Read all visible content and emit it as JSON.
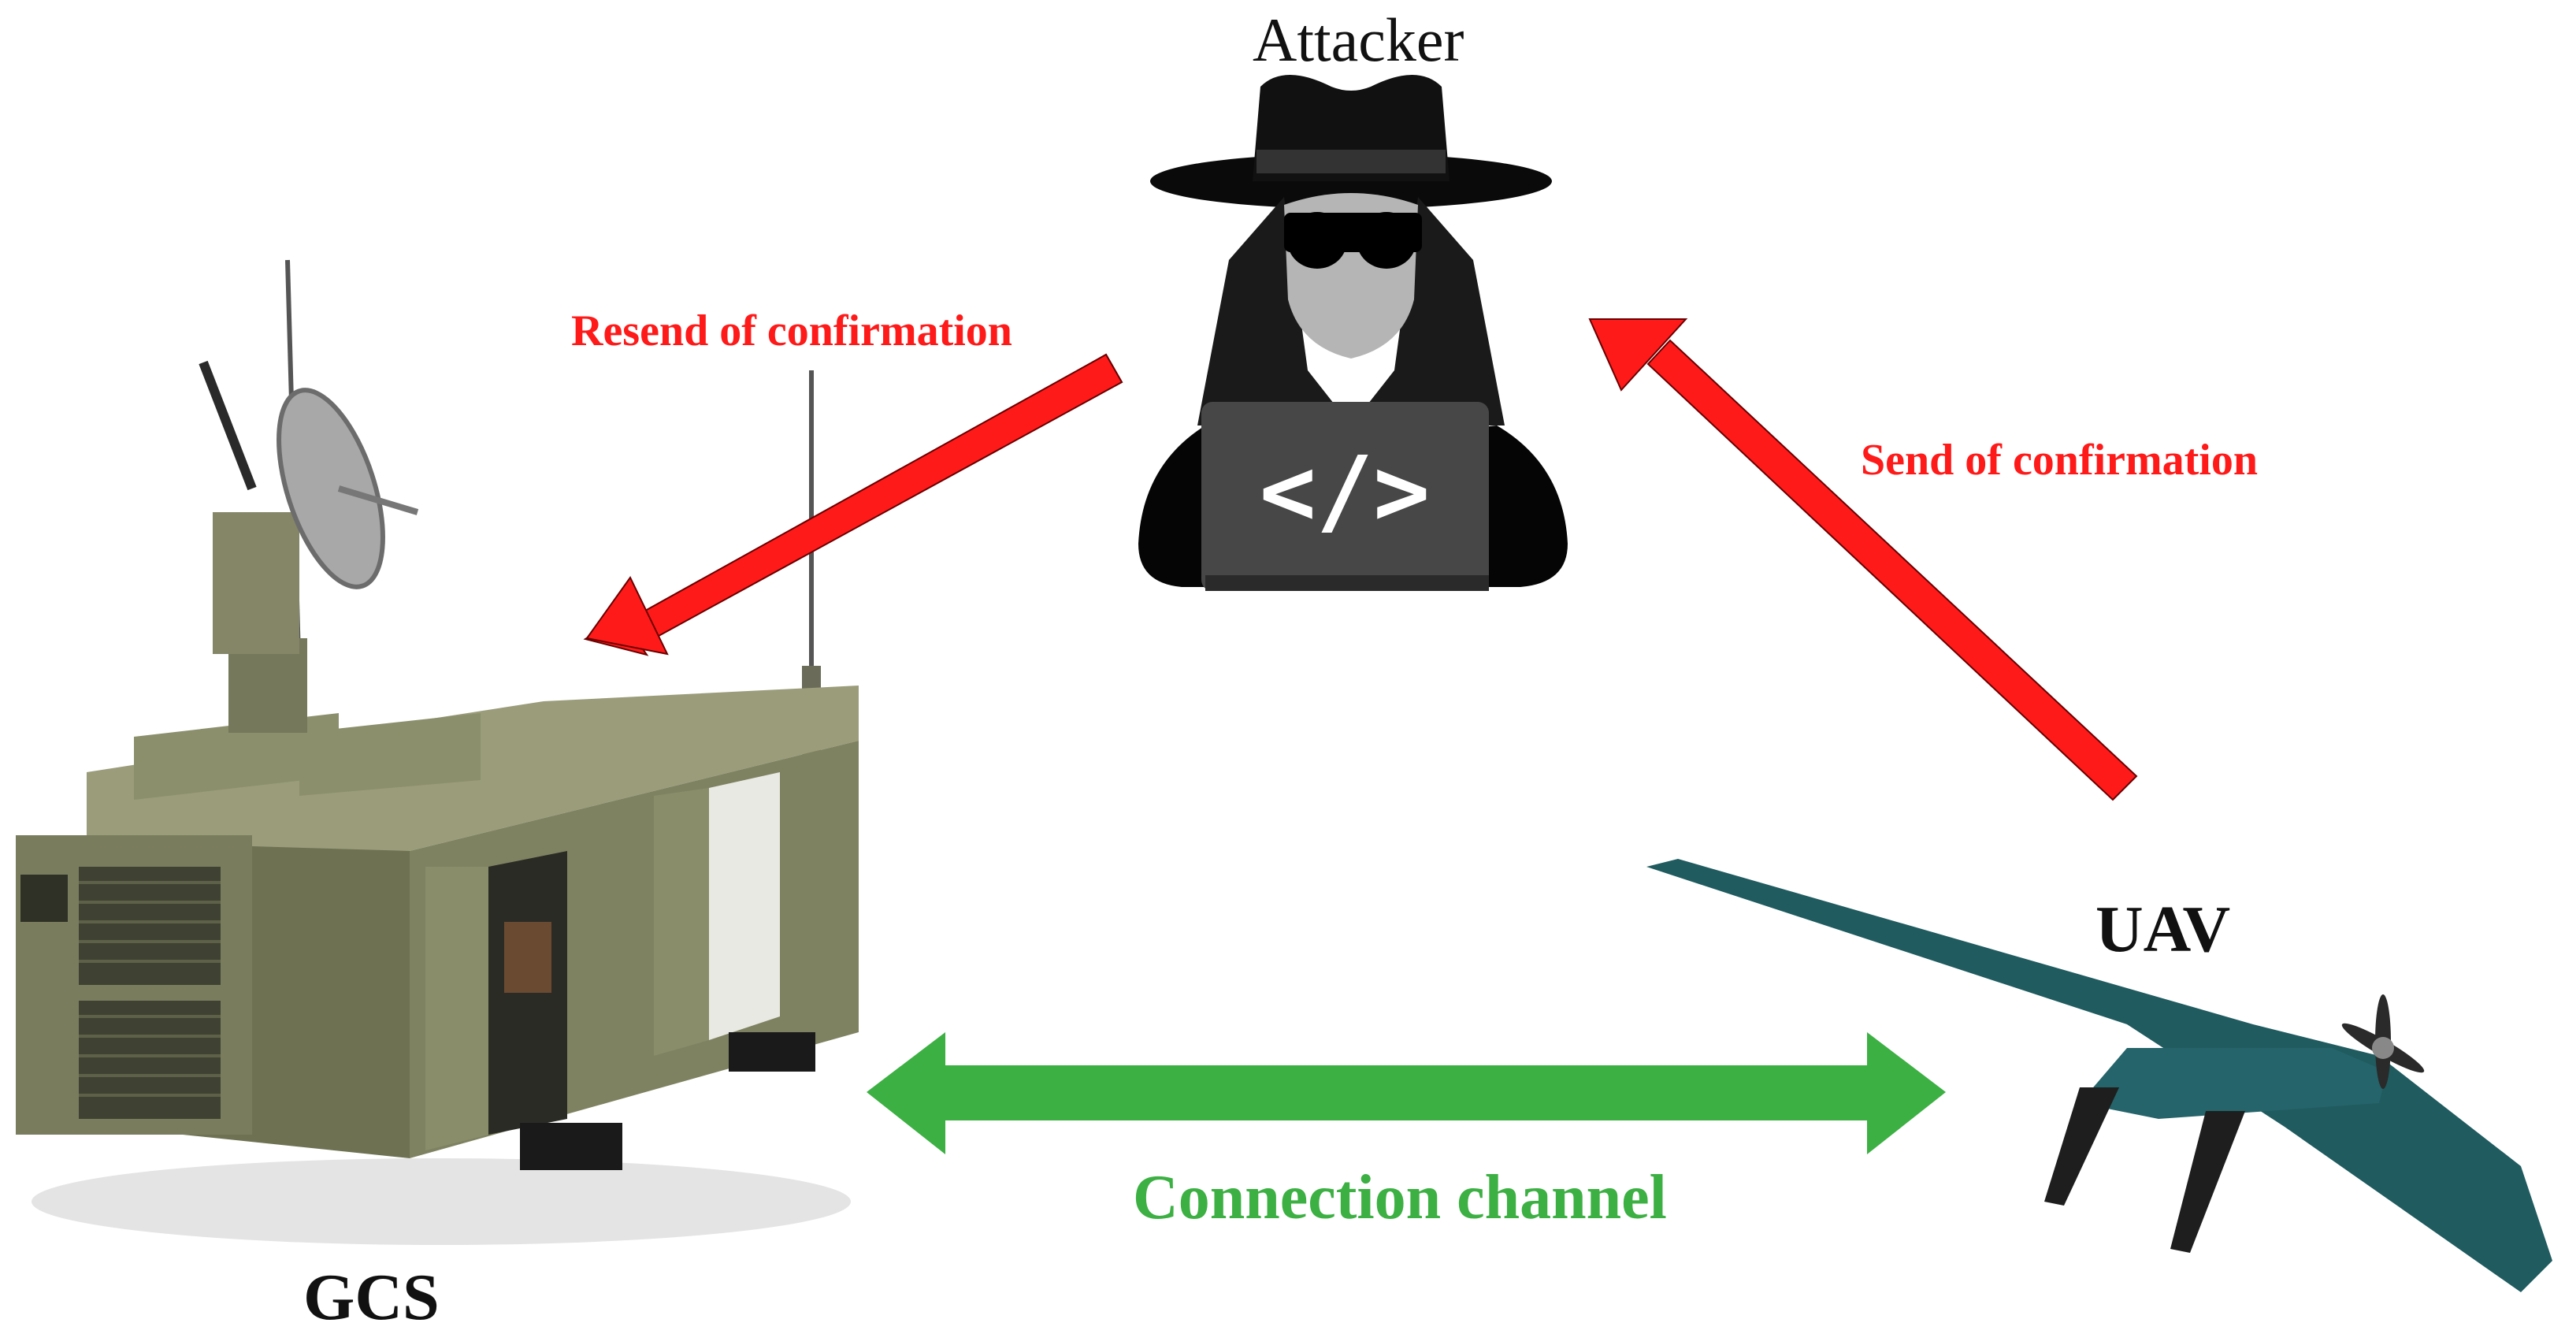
{
  "diagram": {
    "nodes": {
      "attacker": {
        "label": "Attacker",
        "icon": "hacker-icon"
      },
      "gcs": {
        "label": "GCS",
        "icon": "ground-control-station-icon"
      },
      "uav": {
        "label": "UAV",
        "icon": "uav-drone-icon"
      }
    },
    "edges": {
      "resend": {
        "label": "Resend of confirmation",
        "from": "attacker",
        "to": "gcs",
        "color": "#ff1a1a"
      },
      "send": {
        "label": "Send of confirmation",
        "from": "uav",
        "to": "attacker",
        "color": "#ff1a1a"
      },
      "channel": {
        "label": "Connection channel",
        "from": "gcs",
        "to": "uav",
        "bidirectional": true,
        "color": "#3cb043"
      }
    }
  }
}
